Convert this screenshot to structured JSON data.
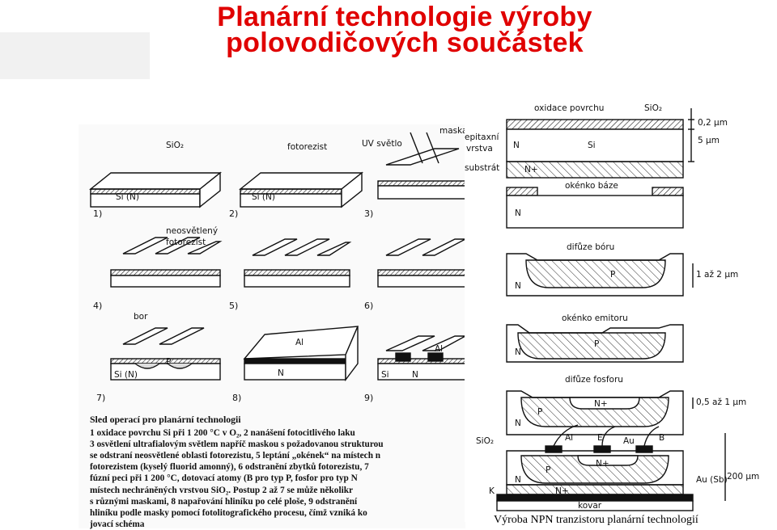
{
  "title": {
    "line1": "Planární technologie výroby",
    "line2": "polovodičových součástek"
  },
  "left_figure": {
    "step_numbers": [
      "1)",
      "2)",
      "3)",
      "4)",
      "5)",
      "6)",
      "7)",
      "8)",
      "9)"
    ],
    "labels": {
      "sio2": "SiO₂",
      "si_n_1": "Si (N)",
      "fotorezist": "fotorezist",
      "si_n_2": "Si (N)",
      "uv_svetlo": "UV světlo",
      "maska": "maska",
      "neosvetleny": "neosvětlený",
      "fotorezist2": "fotorezist",
      "bor": "bor",
      "si_n_7": "Si (N)",
      "p_7": "P",
      "al_8": "Al",
      "n_8": "N",
      "al_9": "Al",
      "si_9": "Si",
      "n_9": "N"
    },
    "steps_heading": "Sled operací pro planární technologii",
    "steps_lines": [
      "1 oxidace povrchu Si při 1 200 °C v O₂, 2 nanášení fotocitlivého laku",
      "3 osvětlení ultrafialovým světlem napříč maskou s požadovanou strukturou",
      "se odstraní neosvětlené oblasti fotorezistu, 5 leptání „okének“ na místech n",
      "fotorezistem (kyselý fluorid amonný), 6 odstranění zbytků fotorezistu, 7",
      "fúzní peci při 1 200 °C, dotovací atomy (B pro typ P, fosfor pro typ N",
      "místech nechráněných vrstvou SiO₂. Postup 2 až 7 se může několikr",
      "s různými maskami, 8 napařování hliníku po celé ploše, 9 odstranění",
      "hliníku podle masky pomocí fotolitografického procesu, čímž vzniká ko",
      "jovací schéma"
    ]
  },
  "right_figure": {
    "labels": {
      "oxidace_povrchu": "oxidace povrchu",
      "sio2_top": "SiO₂",
      "epitaxni": "epitaxní",
      "vrstva": "vrstva",
      "substrat": "substrát",
      "n_1": "N",
      "si_1": "Si",
      "nplus_1": "N+",
      "dim_02": "0,2 µm",
      "dim_5": "5 µm",
      "okenko_baze": "okénko báze",
      "n_2": "N",
      "difuze_boru": "difůze bóru",
      "p_3": "P",
      "n_3": "N",
      "dim_1az2": "1 až 2 µm",
      "okenko_emitoru": "okénko emitoru",
      "p_4": "P",
      "n_4": "N",
      "difuze_fosforu": "difůze fosforu",
      "nplus_5": "N+",
      "p_5": "P",
      "n_5": "N",
      "dim_05az1": "0,5 až 1 µm",
      "sio2_6": "SiO₂",
      "al_6": "Al",
      "e_6": "E",
      "au_6": "Au",
      "b_6": "B",
      "nplus_6": "N+",
      "p_6": "P",
      "n_6": "N",
      "nplus_sub": "N+",
      "k_6": "K",
      "kovar": "kovar",
      "au_sb": "Au (Sb)",
      "dim_200": "200 µm"
    },
    "caption": "Výroba NPN tranzistoru planární technologií"
  }
}
